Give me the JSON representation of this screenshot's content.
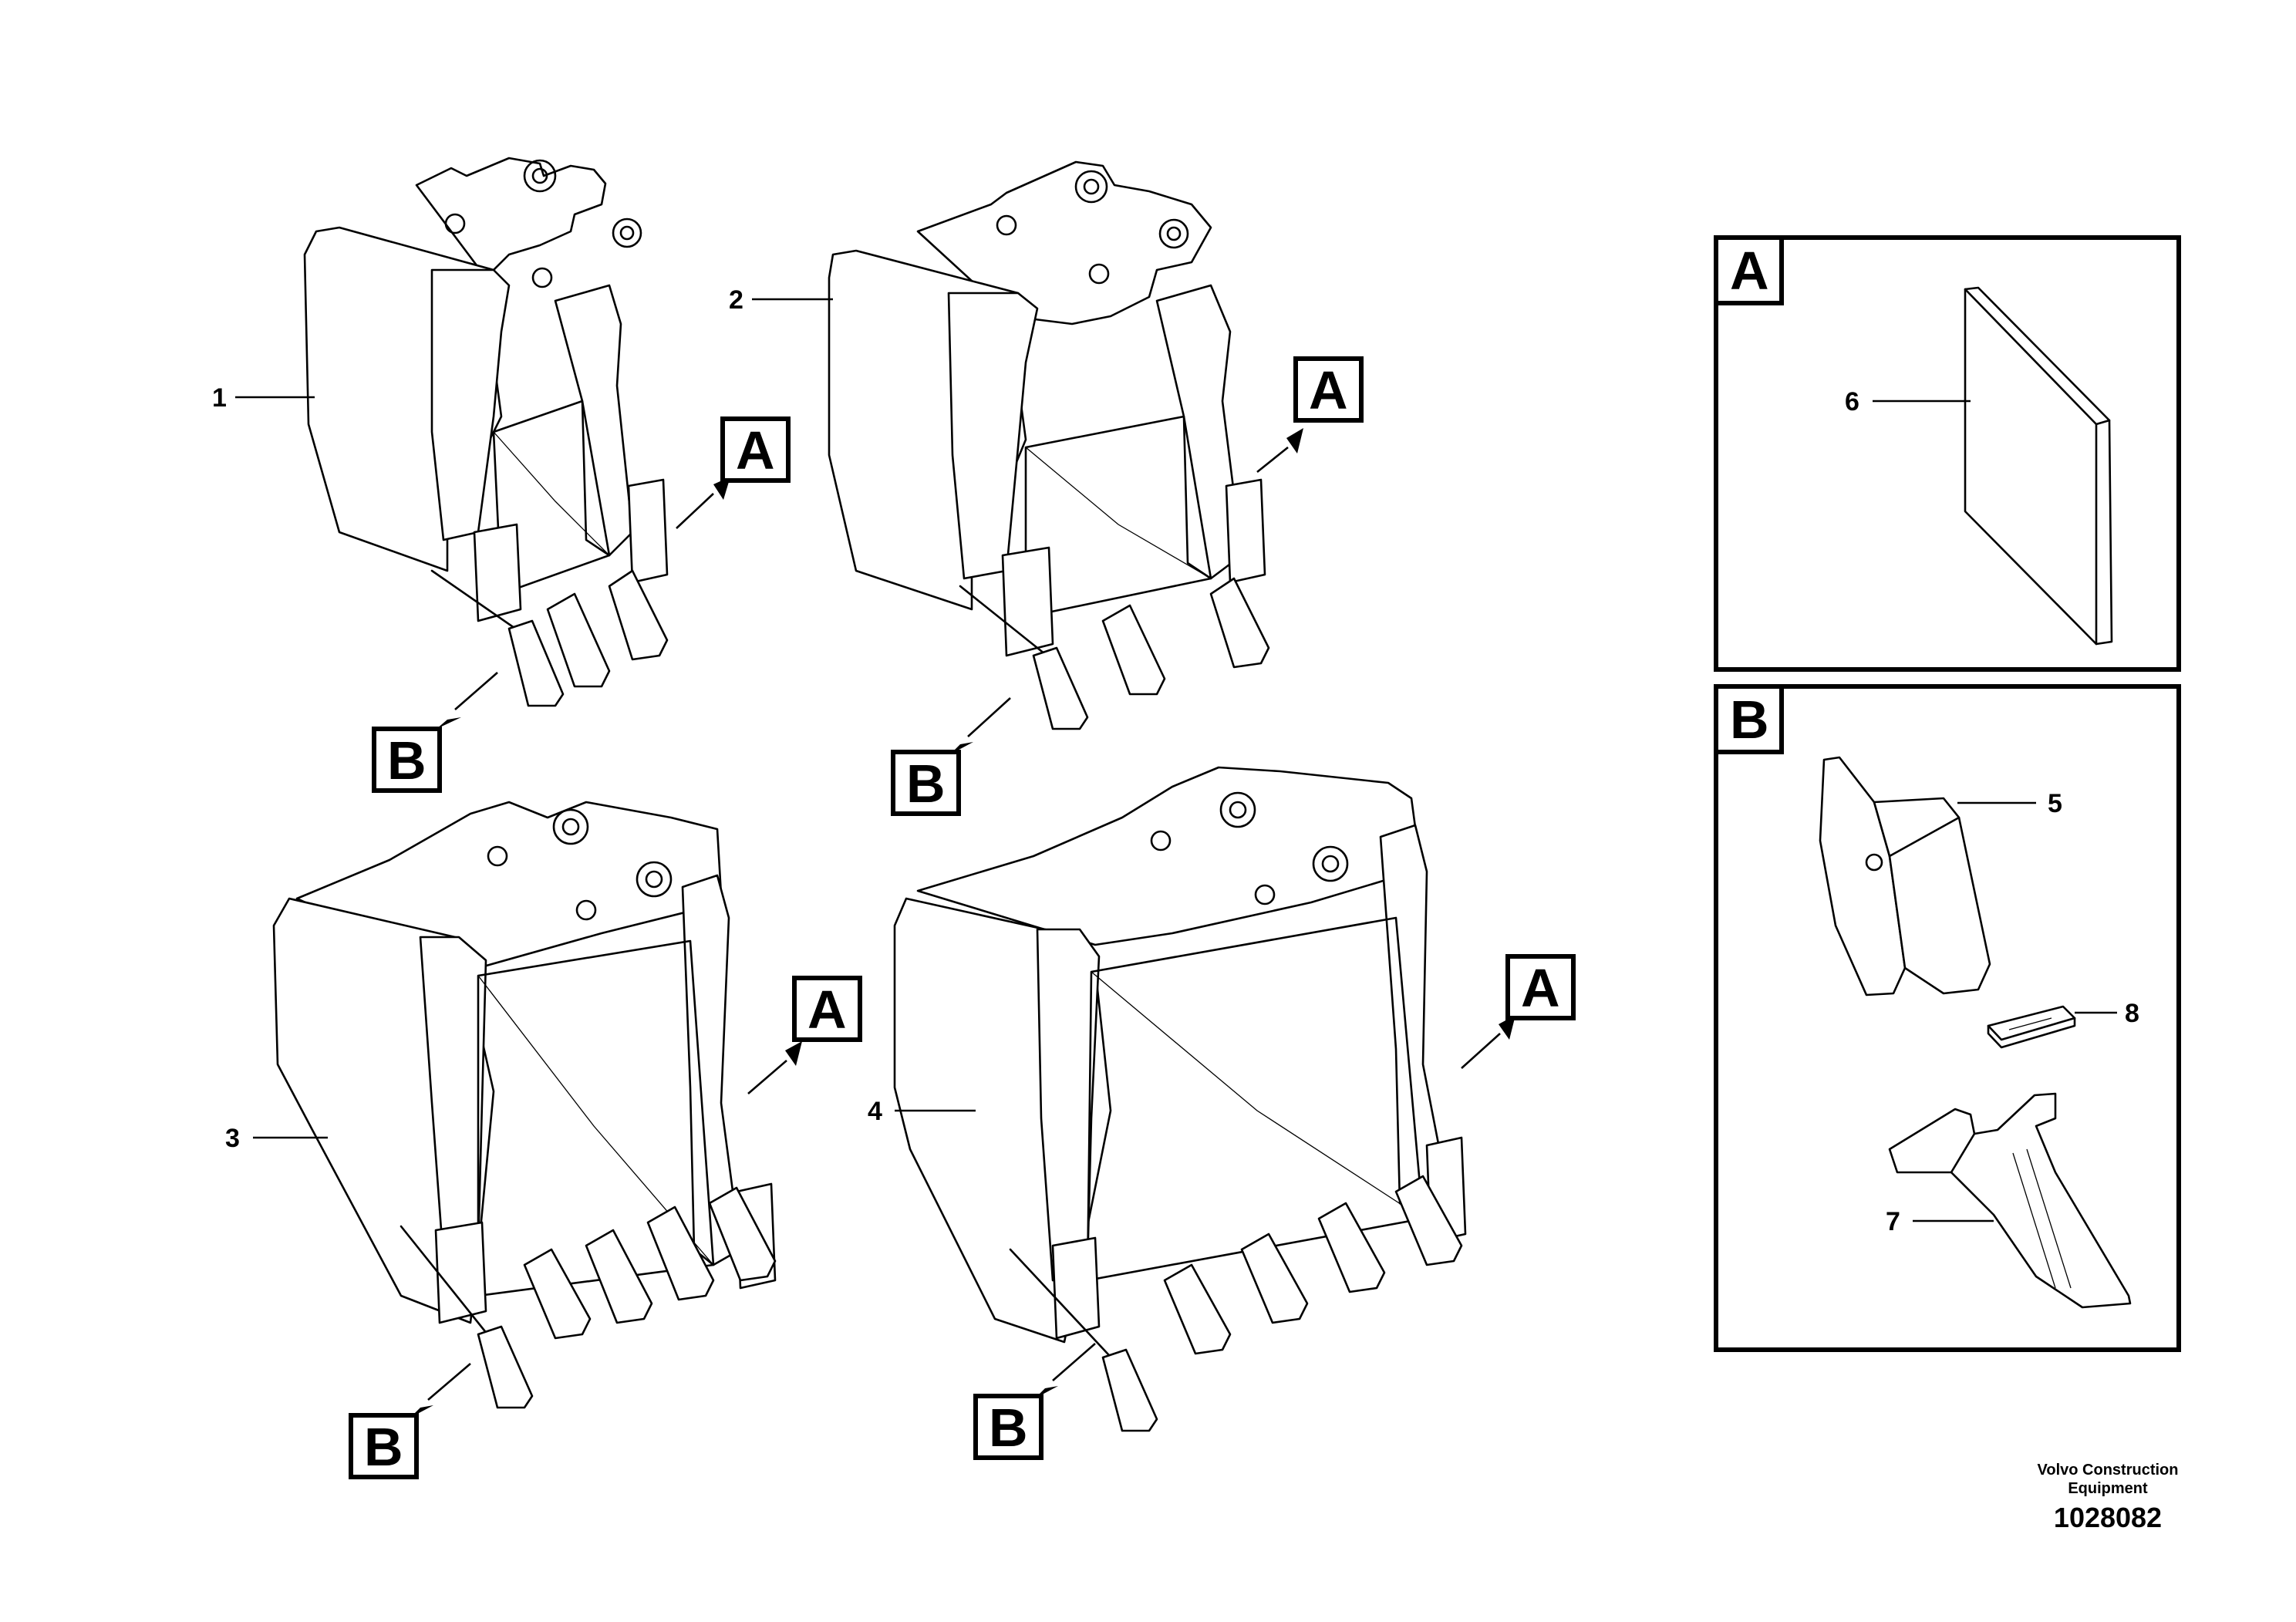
{
  "callouts": {
    "bucket_1": "1",
    "bucket_2": "2",
    "bucket_3": "3",
    "bucket_4": "4",
    "tooth_tip": "5",
    "wear_plate": "6",
    "tooth_adapter": "7",
    "retainer_pin": "8"
  },
  "detail_labels": {
    "a": "A",
    "b": "B"
  },
  "footer": {
    "brand_line1": "Volvo Construction",
    "brand_line2": "Equipment",
    "document_number": "1028082"
  }
}
